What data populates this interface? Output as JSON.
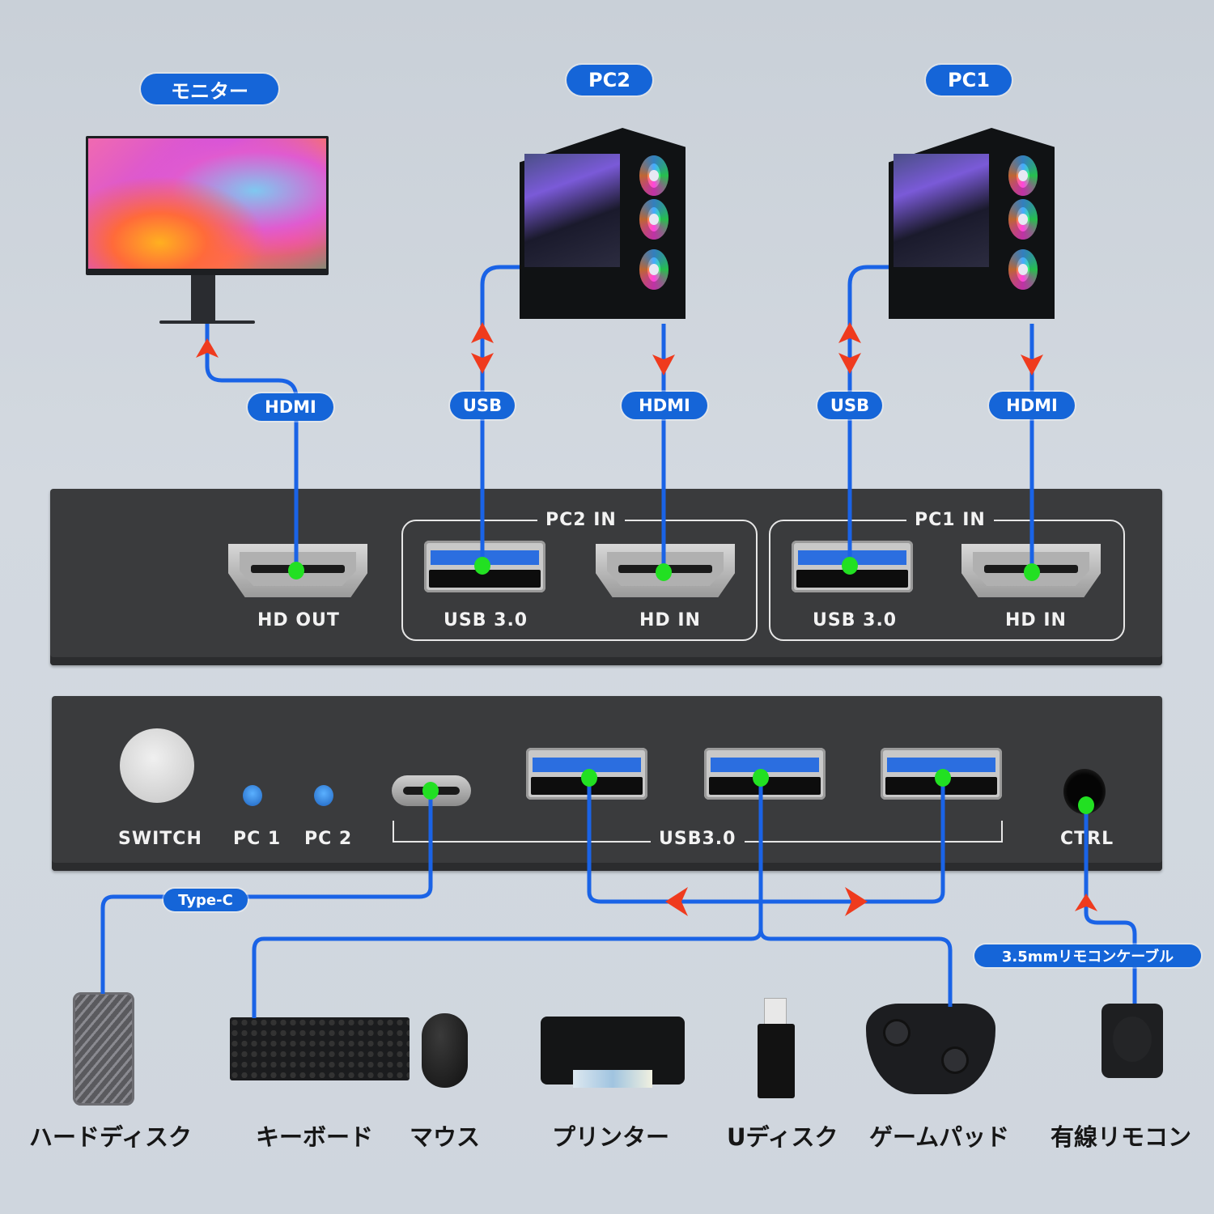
{
  "colors": {
    "background": "#cfd6de",
    "label_pill": "#1565d8",
    "wire": "#1a63e6",
    "arrow": "#ef3b1e",
    "port_dot": "#22e022",
    "panel": "#3a3b3d"
  },
  "top_devices": {
    "monitor": {
      "label": "モニター",
      "icon": "monitor-icon"
    },
    "pc2": {
      "label": "PC2",
      "icon": "desktop-tower-icon"
    },
    "pc1": {
      "label": "PC1",
      "icon": "desktop-tower-icon"
    }
  },
  "cable_labels": {
    "monitor_hdmi": "HDMI",
    "pc2_usb": "USB",
    "pc2_hdmi": "HDMI",
    "pc1_usb": "USB",
    "pc1_hdmi": "HDMI",
    "type_c": "Type-C",
    "remote_cable": "3.5mmリモコンケーブル"
  },
  "rear_panel": {
    "hd_out_label": "HD OUT",
    "pc2_group": {
      "title": "PC2 IN",
      "usb_label": "USB 3.0",
      "hdmi_label": "HD IN"
    },
    "pc1_group": {
      "title": "PC1 IN",
      "usb_label": "USB 3.0",
      "hdmi_label": "HD IN"
    }
  },
  "front_panel": {
    "switch_label": "SWITCH",
    "led1_label": "PC 1",
    "led2_label": "PC 2",
    "usb_group_label": "USB3.0",
    "ctrl_label": "CTRL"
  },
  "bottom_devices": [
    {
      "label": "ハードディスク",
      "icon": "external-hdd-icon"
    },
    {
      "label": "キーボード",
      "icon": "keyboard-icon"
    },
    {
      "label": "マウス",
      "icon": "mouse-icon"
    },
    {
      "label": "プリンター",
      "icon": "printer-icon"
    },
    {
      "label": "Uディスク",
      "icon": "usb-flash-drive-icon"
    },
    {
      "label": "ゲームパッド",
      "icon": "gamepad-icon"
    },
    {
      "label": "有線リモコン",
      "icon": "wired-remote-icon"
    }
  ]
}
